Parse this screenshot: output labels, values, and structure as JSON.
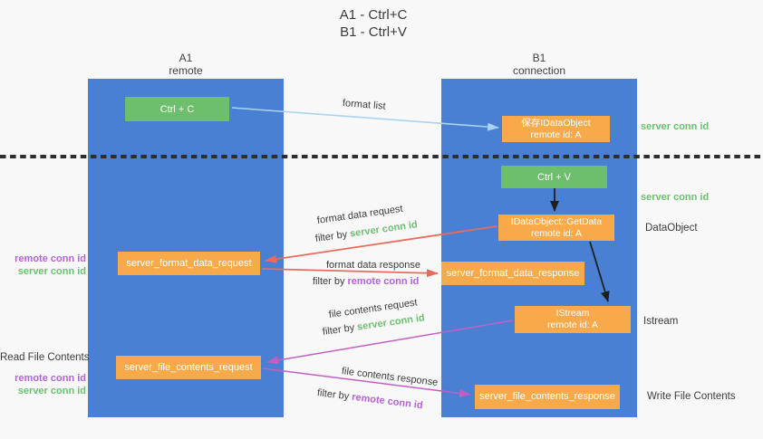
{
  "title": {
    "line1": "A1 - Ctrl+C",
    "line2": "B1 - Ctrl+V"
  },
  "columns": {
    "a": {
      "name": "A1",
      "role": "remote"
    },
    "b": {
      "name": "B1",
      "role": "connection"
    }
  },
  "boxes": {
    "ctrl_c": {
      "label": "Ctrl + C"
    },
    "ctrl_v": {
      "label": "Ctrl + V"
    },
    "save_idataobject": {
      "line1": "保存IDataObject",
      "line2": "remote id: A"
    },
    "getdata": {
      "line1": "IDataObject::GetData",
      "line2": "remote id: A"
    },
    "istream": {
      "line1": "IStream",
      "line2": "remote id: A"
    },
    "format_request": {
      "label": "server_format_data_request"
    },
    "format_response": {
      "label": "server_format_data_response"
    },
    "file_request": {
      "label": "server_file_contents_request"
    },
    "file_response": {
      "label": "server_file_contents_response"
    }
  },
  "labels": {
    "format_list": "format list",
    "format_data_request": "format data request",
    "format_data_response": "format data response",
    "file_contents_request": "file contents request",
    "file_contents_response": "file contents response",
    "filter_by": "filter by",
    "server_conn_id": "server conn id",
    "remote_conn_id": "remote conn id",
    "read_file_contents": "Read File Contents",
    "write_file_contents": "Write File Contents",
    "dataobject": "DataObject",
    "istream": "Istream"
  },
  "colors": {
    "background": "#f8f8f8",
    "column_blue": "#4a80d4",
    "box_green": "#6dbe6d",
    "box_orange": "#f8a94a",
    "arrow_blue": "#a9d3f0",
    "arrow_salmon": "#e96b5e",
    "arrow_magenta": "#c45ec4",
    "arrow_black": "#1f1f1f",
    "text_green": "#6cc070",
    "text_purple": "#b263d8",
    "text_dark": "#3c3c3c",
    "dashed_line": "#2d2d2d"
  }
}
